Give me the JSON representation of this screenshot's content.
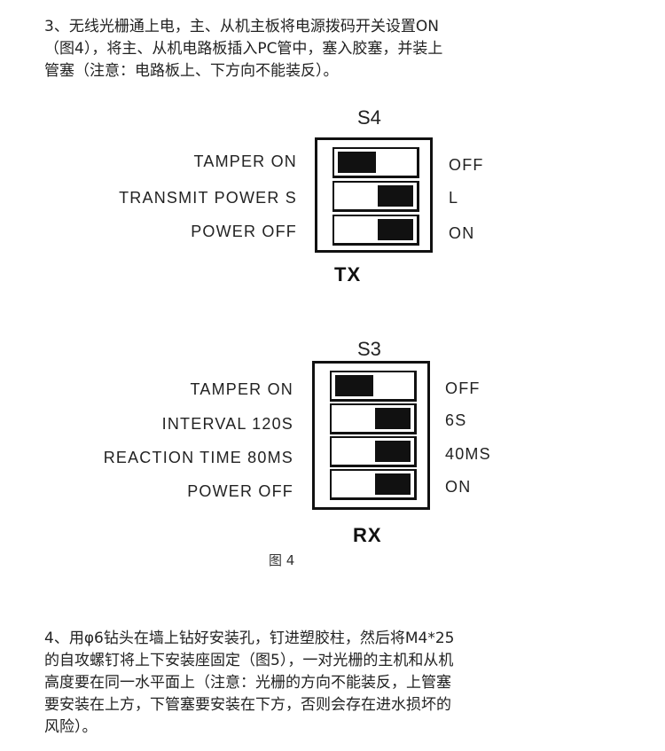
{
  "step3": {
    "lines": [
      "3、无线光栅通上电，主、从机主板将电源拨码开关设置ON",
      "（图4），将主、从机电路板插入PC管中，塞入胶塞，并装上",
      "管塞（注意：电路板上、下方向不能装反）。"
    ]
  },
  "s4": {
    "title": "S4",
    "footer": "TX",
    "rows": [
      {
        "left": "TAMPER ON",
        "right": "OFF",
        "knob": "left"
      },
      {
        "left": "TRANSMIT POWER S",
        "right": "L",
        "knob": "right"
      },
      {
        "left": "POWER OFF",
        "right": "ON",
        "knob": "right"
      }
    ]
  },
  "s3": {
    "title": "S3",
    "footer": "RX",
    "rows": [
      {
        "left": "TAMPER ON",
        "right": "OFF",
        "knob": "left"
      },
      {
        "left": "INTERVAL 120S",
        "right": "6S",
        "knob": "right"
      },
      {
        "left": "REACTION TIME 80MS",
        "right": "40MS",
        "knob": "right"
      },
      {
        "left": "POWER OFF",
        "right": "ON",
        "knob": "right"
      }
    ]
  },
  "figure_caption": "图 4",
  "step4": {
    "lines": [
      "4、用φ6钻头在墙上钻好安装孔，钉进塑胶柱，然后将M4*25",
      "的自攻螺钉将上下安装座固定（图5），一对光栅的主机和从机",
      "高度要在同一水平面上（注意：光栅的方向不能装反，上管塞",
      "要安装在上方，下管塞要安装在下方，否则会存在进水损坏的",
      "风险）。"
    ]
  }
}
